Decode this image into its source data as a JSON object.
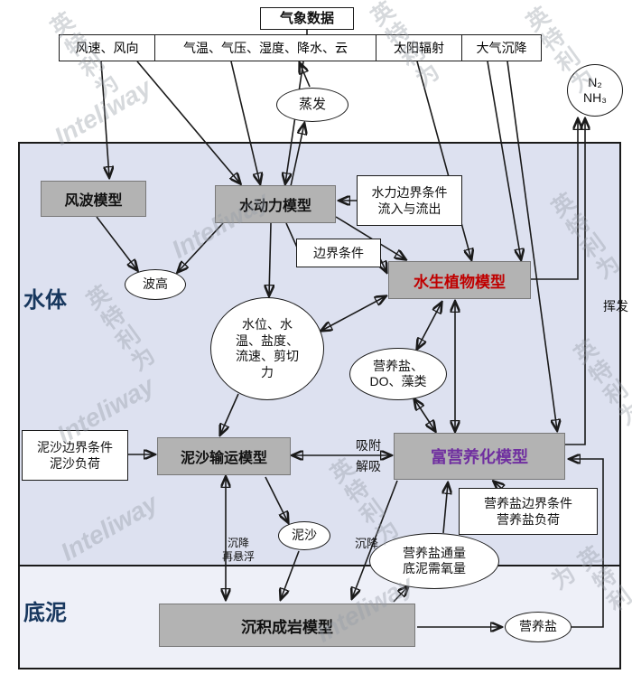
{
  "watermarks": {
    "latin": "Inteliway",
    "cjk": "英特利为"
  },
  "meteo": {
    "header": "气象数据",
    "cells": [
      "风速、风向",
      "气温、气压、湿度、降水、云",
      "太阳辐射",
      "大气沉降"
    ]
  },
  "atmosphere": {
    "evaporation": "蒸发",
    "gases": "N₂\nNH₃",
    "volatilization": "挥发"
  },
  "water": {
    "section_label": "水体",
    "wind_wave_model": "风波模型",
    "hydrodynamic_model": "水动力模型",
    "hydraulic_bc": "水力边界条件\n流入与流出",
    "boundary_conditions": "边界条件",
    "aquatic_plant_model": "水生植物模型",
    "wave_height": "波高",
    "state_variables": "水位、水\n温、盐度、\n流速、剪切\n力",
    "nutrients_do_algae": "营养盐、\nDO、藻类",
    "sediment_bc": "泥沙边界条件\n泥沙负荷",
    "sediment_transport_model": "泥沙输运模型",
    "adsorption": "吸附",
    "desorption": "解吸",
    "eutrophication_model": "富营养化模型",
    "nutrient_bc": "营养盐边界条件\n营养盐负荷",
    "sediment": "泥沙",
    "settling_resuspension": "沉降\n再悬浮",
    "settling": "沉降",
    "nutrient_flux": "营养盐通量\n底泥需氧量"
  },
  "bed": {
    "section_label": "底泥",
    "diagenesis_model": "沉积成岩模型",
    "nutrients": "营养盐"
  },
  "colors": {
    "water_bg": "#dde1f0",
    "bed_bg": "#eef0f8",
    "model_box_gray": "#b3b3b3",
    "aquatic_plant_text": "#c00000",
    "eutrophication_text": "#7030a0",
    "section_label_text": "#17375e"
  }
}
